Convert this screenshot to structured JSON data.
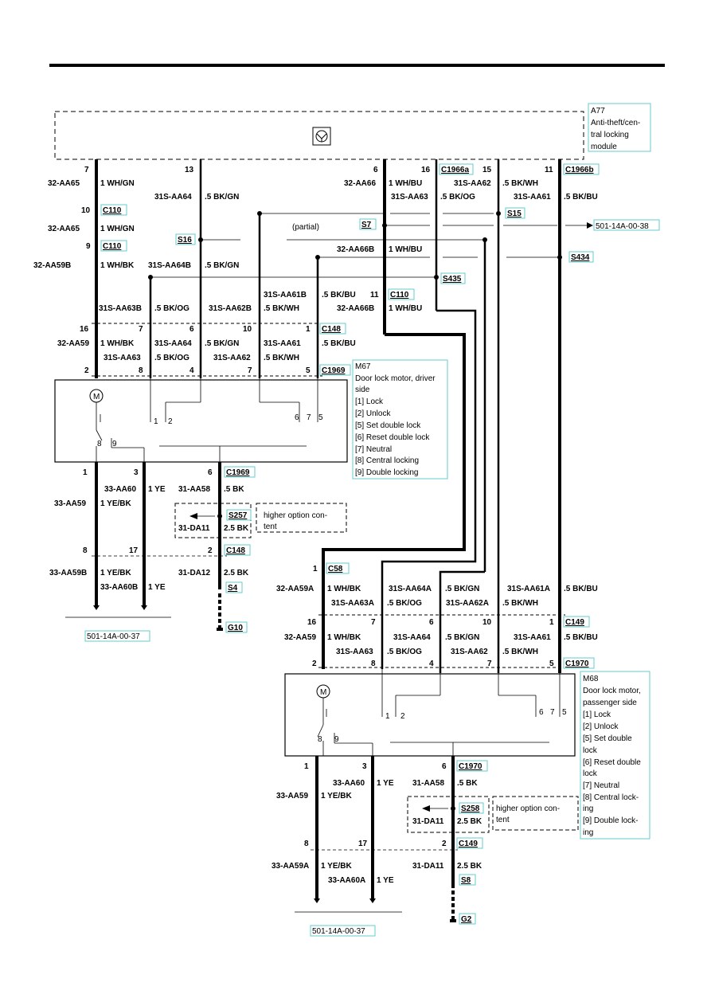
{
  "module": {
    "id": "A77",
    "desc_lines": [
      "Anti-theft/cen-",
      "tral locking",
      "module"
    ]
  },
  "top_connectors": {
    "c1966a": "C1966a",
    "c1966b": "C1966b"
  },
  "pin_numbers": {
    "p7": "7",
    "p13": "13",
    "p6": "6",
    "p16": "16",
    "p15": "15",
    "p11": "11",
    "p10": "10",
    "p9": "9",
    "p1": "1",
    "p2": "2",
    "p8": "8",
    "p4": "4",
    "p5": "5",
    "p3": "3",
    "p17": "17"
  },
  "wires": {
    "w32AA65": "32-AA65",
    "w1WHGN": "1 WH/GN",
    "w31SAA64": "31S-AA64",
    "w5BKGN": ".5 BK/GN",
    "w32AA66": "32-AA66",
    "w1WHBU": "1 WH/BU",
    "w31SAA63": "31S-AA63",
    "w5BKOG": ".5 BK/OG",
    "w31SAA62": "31S-AA62",
    "w5BKWH": ".5 BK/WH",
    "w31SAA61": "31S-AA61",
    "w5BKBU": ".5 BK/BU",
    "w32AA59B": "32-AA59B",
    "w1WHBK": "1 WH/BK",
    "w31SAA64B": "31S-AA64B",
    "w32AA66B": "32-AA66B",
    "w31SAA61B": "31S-AA61B",
    "w31SAA63B": "31S-AA63B",
    "w31SAA62B": "31S-AA62B",
    "w32AA59": "32-AA59",
    "w33AA60": "33-AA60",
    "w1YE": "1 YE",
    "w31AA58": "31-AA58",
    "w5BK": ".5 BK",
    "w33AA59": "33-AA59",
    "w1YEBK": "1 YE/BK",
    "w31DA11": "31-DA11",
    "w25BK": "2.5 BK",
    "w33AA59B": "33-AA59B",
    "w33AA60B": "33-AA60B",
    "w31DA12": "31-DA12",
    "w32AA59A": "32-AA59A",
    "w31SAA64A": "31S-AA64A",
    "w31SAA61A": "31S-AA61A",
    "w31SAA63A": "31S-AA63A",
    "w31SAA62A": "31S-AA62A",
    "w33AA59A": "33-AA59A",
    "w33AA60A": "33-AA60A"
  },
  "connectors": {
    "c110": "C110",
    "c148": "C148",
    "c1969": "C1969",
    "c58": "C58",
    "c149": "C149",
    "c1970": "C1970"
  },
  "splices": {
    "s7": "S7",
    "s15": "S15",
    "s16": "S16",
    "s434": "S434",
    "s435": "S435",
    "s257": "S257",
    "s4": "S4",
    "g10": "G10",
    "s258": "S258",
    "s8": "S8",
    "g2": "G2"
  },
  "partial": "(partial)",
  "refs": {
    "r1": "501-14A-00-38",
    "r2": "501-14A-00-37",
    "r3": "501-14A-00-37"
  },
  "m67": {
    "lines": [
      "M67",
      "Door lock motor, driver",
      "side",
      "[1] Lock",
      "[2] Unlock",
      "[5] Set double lock",
      "[6] Reset double lock",
      "[7] Neutral",
      "[8] Central locking",
      "[9] Double locking"
    ]
  },
  "m68": {
    "lines": [
      "M68",
      "Door lock motor,",
      "passenger side",
      "[1] Lock",
      "[2] Unlock",
      "[5] Set double",
      "lock",
      "[6] Reset double",
      "lock",
      "[7] Neutral",
      "[8] Central lock-",
      "ing",
      "[9] Double lock-",
      "ing"
    ]
  },
  "higher_option": {
    "a": [
      "higher option con-",
      "tent"
    ],
    "b": [
      "higher option con-",
      "tent"
    ]
  },
  "motor": "M",
  "sw": {
    "s1": "1",
    "s2": "2",
    "s5": "5",
    "s6": "6",
    "s7": "7",
    "s8": "8",
    "s9": "9"
  }
}
